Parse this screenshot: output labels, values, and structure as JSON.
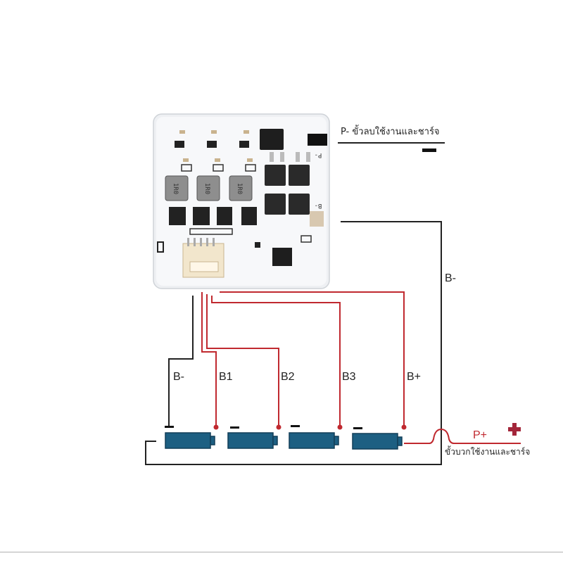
{
  "diagram": {
    "title": "3S BMS wiring diagram",
    "board": {
      "inductor_marking": "1R0",
      "pad_labels": {
        "p_minus": "P-",
        "b_minus": "B-"
      }
    },
    "labels": {
      "p_minus": "P- ขั้วลบใช้งานและชาร์จ",
      "p_plus": "P+",
      "p_plus_desc": "ขั้วบวกใช้งานและชาร์จ",
      "b_minus_right": "B-"
    },
    "wires": [
      {
        "name": "B-",
        "color": "#222222"
      },
      {
        "name": "B1",
        "color": "#c0292f"
      },
      {
        "name": "B2",
        "color": "#c0292f"
      },
      {
        "name": "B3",
        "color": "#c0292f"
      },
      {
        "name": "B+",
        "color": "#c0292f"
      }
    ],
    "cells": [
      {
        "name": "cell-1"
      },
      {
        "name": "cell-2"
      },
      {
        "name": "cell-3"
      },
      {
        "name": "cell-4"
      }
    ],
    "colors": {
      "battery": "#1d5f82",
      "battery_stroke": "#123f58",
      "wire_red": "#c0292f",
      "wire_black": "#222222",
      "plus_icon": "#a3263a"
    }
  }
}
